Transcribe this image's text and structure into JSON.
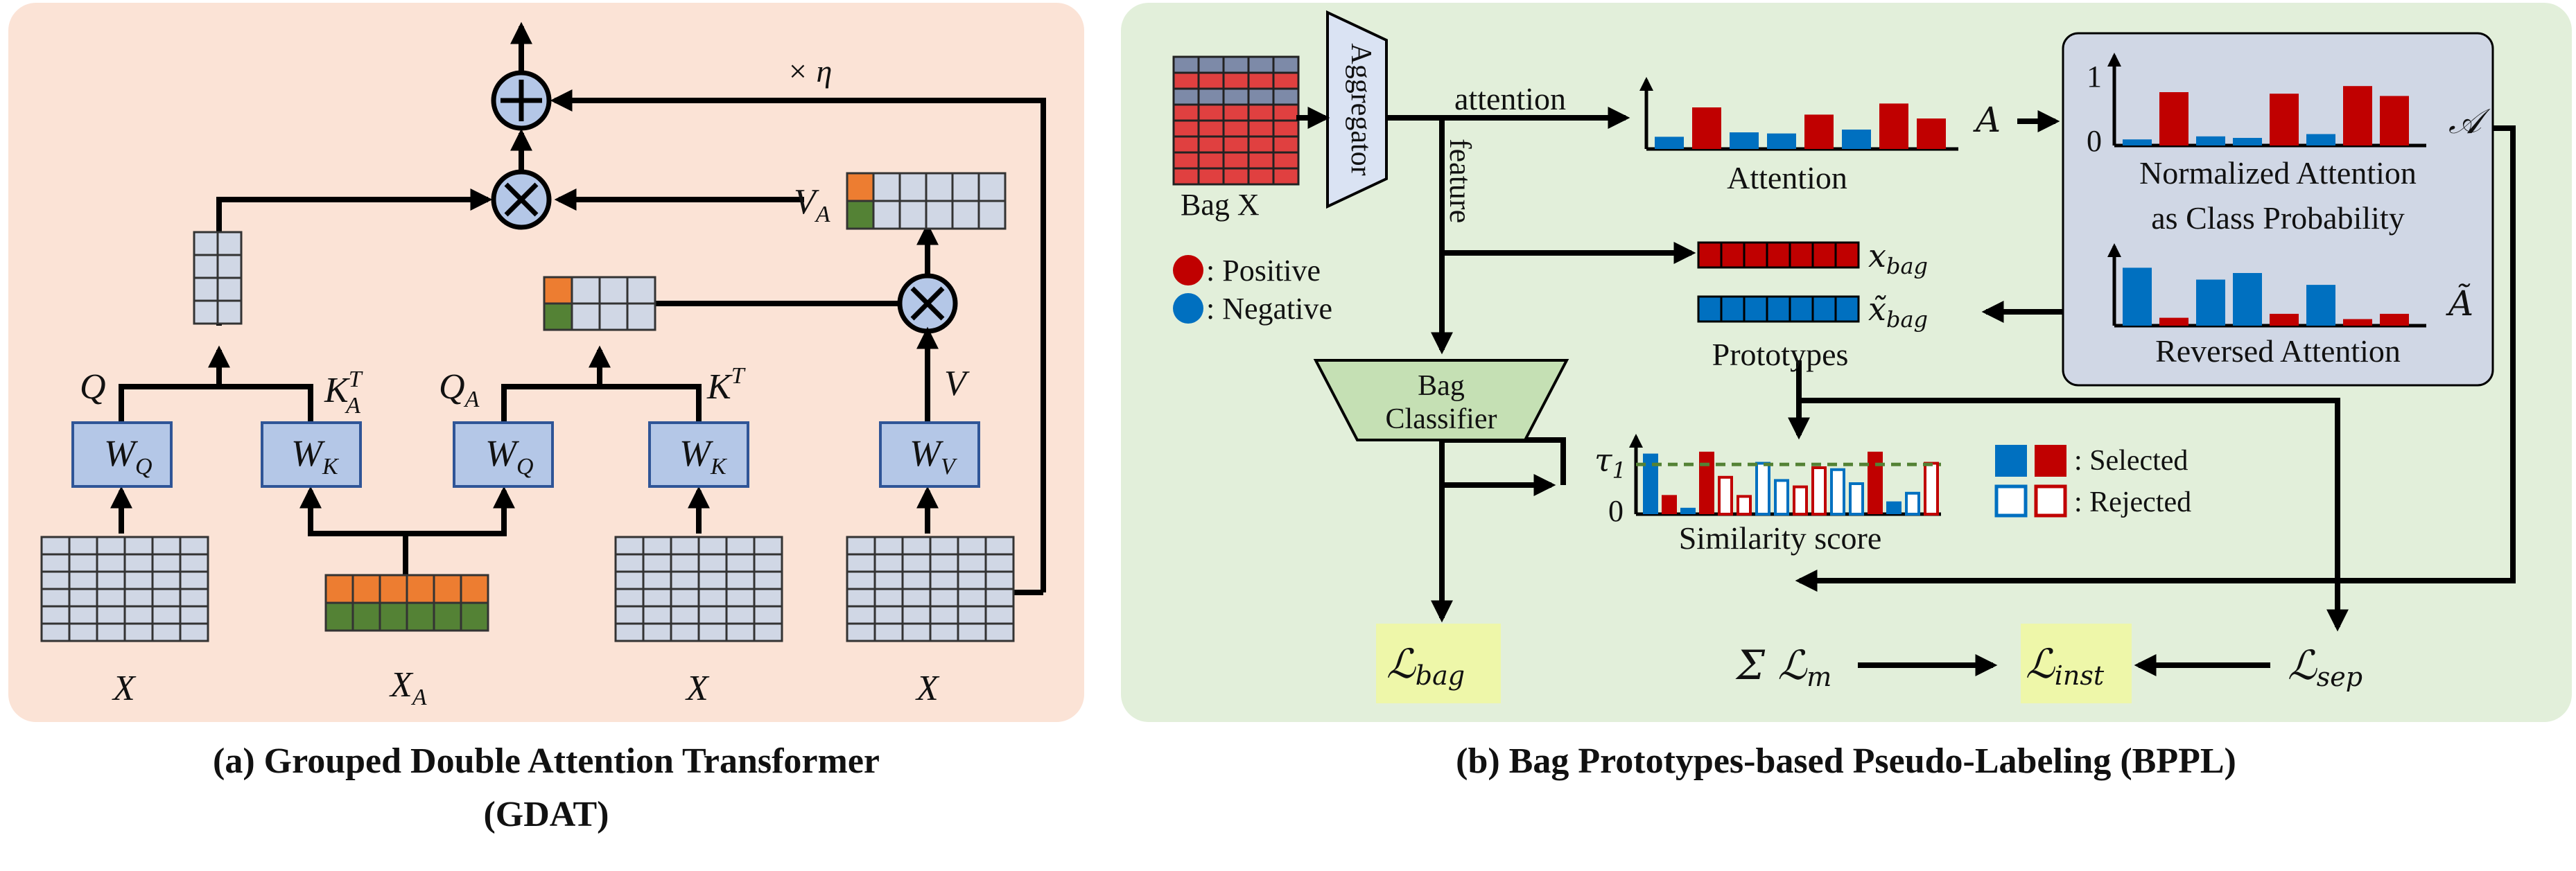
{
  "colors": {
    "panel_a_bg": "#fbe3d6",
    "panel_b_bg": "#e2efda",
    "box_fill": "#b4c7e7",
    "box_stroke": "#2f5597",
    "grid_fill": "#d0d7e5",
    "orange": "#ed7d31",
    "green": "#548235",
    "red": "#c00000",
    "blue": "#0070c0",
    "loss_fill": "#eef7a9",
    "classifier_fill": "#c5e0b4",
    "aggregator_fill": "#dae3f3",
    "dashed_green": "#548235"
  },
  "panel_a": {
    "caption_line1": "(a) Grouped Double Attention Transformer",
    "caption_line2": "(GDAT)",
    "eta": "× η",
    "wq1": "W",
    "wq1_sub": "Q",
    "wk1": "W",
    "wk1_sub": "K",
    "wq2": "W",
    "wq2_sub": "Q",
    "wk2": "W",
    "wk2_sub": "K",
    "wv": "W",
    "wv_sub": "V",
    "q": "Q",
    "ka": "K",
    "ka_sup": "T",
    "ka_sub": "A",
    "qa": "Q",
    "qa_sub": "A",
    "kt": "K",
    "kt_sup": "T",
    "v": "V",
    "va": "V",
    "va_sub": "A",
    "x1": "X",
    "xa": "X",
    "xa_sub": "A",
    "x2": "X",
    "x3": "X"
  },
  "panel_b": {
    "caption": "(b) Bag Prototypes-based Pseudo-Labeling (BPPL)",
    "bag": "Bag X",
    "aggregator": "Aggregator",
    "attention_arrow": "attention",
    "feature_arrow": "feature",
    "attention_caption": "Attention",
    "a_symbol": "A",
    "norm_caption_1": "Normalized Attention",
    "norm_caption_2": "as Class Probability",
    "a_cal": "𝒜",
    "rev_caption": "Reversed Attention",
    "a_tilde": "Ã",
    "axis_one": "1",
    "axis_zero": "0",
    "positive": ": Positive",
    "negative": ": Negative",
    "x_bag": "x",
    "x_bag_sub": "bag",
    "x_tilde_bag": "x̃",
    "x_tilde_bag_sub": "bag",
    "prototypes": "Prototypes",
    "classifier_1": "Bag",
    "classifier_2": "Classifier",
    "tau": "τ",
    "tau_sub": "1",
    "sim_zero": "0",
    "sim_caption": "Similarity score",
    "selected": ": Selected",
    "rejected": ": Rejected",
    "l_bag": "ℒ",
    "l_bag_sub": "bag",
    "sum_lm": "Σ ℒ",
    "sum_lm_sub": "m",
    "l_inst": "ℒ",
    "l_inst_sub": "inst",
    "l_sep": "ℒ",
    "l_sep_sub": "sep"
  },
  "attention_bars": [
    {
      "c": "blue",
      "v": 0.22
    },
    {
      "c": "red",
      "v": 0.75
    },
    {
      "c": "blue",
      "v": 0.3
    },
    {
      "c": "blue",
      "v": 0.28
    },
    {
      "c": "red",
      "v": 0.62
    },
    {
      "c": "blue",
      "v": 0.35
    },
    {
      "c": "red",
      "v": 0.82
    },
    {
      "c": "red",
      "v": 0.55
    }
  ],
  "norm_bars": [
    {
      "c": "blue",
      "v": 0.08
    },
    {
      "c": "red",
      "v": 0.7
    },
    {
      "c": "blue",
      "v": 0.12
    },
    {
      "c": "blue",
      "v": 0.1
    },
    {
      "c": "red",
      "v": 0.68
    },
    {
      "c": "blue",
      "v": 0.15
    },
    {
      "c": "red",
      "v": 0.78
    },
    {
      "c": "red",
      "v": 0.65
    }
  ],
  "rev_bars": [
    {
      "c": "blue",
      "v": 0.88
    },
    {
      "c": "red",
      "v": 0.12
    },
    {
      "c": "blue",
      "v": 0.7
    },
    {
      "c": "blue",
      "v": 0.8
    },
    {
      "c": "red",
      "v": 0.18
    },
    {
      "c": "blue",
      "v": 0.62
    },
    {
      "c": "red",
      "v": 0.1
    },
    {
      "c": "red",
      "v": 0.18
    }
  ],
  "similarity_bars": [
    {
      "c": "blue",
      "v": 0.95,
      "sel": true
    },
    {
      "c": "red",
      "v": 0.3,
      "sel": true
    },
    {
      "c": "blue",
      "v": 0.1,
      "sel": true
    },
    {
      "c": "red",
      "v": 0.98,
      "sel": true
    },
    {
      "c": "red",
      "v": 0.6,
      "sel": false
    },
    {
      "c": "red",
      "v": 0.3,
      "sel": false
    },
    {
      "c": "blue",
      "v": 0.82,
      "sel": false
    },
    {
      "c": "blue",
      "v": 0.55,
      "sel": false
    },
    {
      "c": "red",
      "v": 0.45,
      "sel": false
    },
    {
      "c": "red",
      "v": 0.75,
      "sel": false
    },
    {
      "c": "blue",
      "v": 0.72,
      "sel": false
    },
    {
      "c": "blue",
      "v": 0.5,
      "sel": false
    },
    {
      "c": "red",
      "v": 0.98,
      "sel": true
    },
    {
      "c": "blue",
      "v": 0.2,
      "sel": true
    },
    {
      "c": "blue",
      "v": 0.35,
      "sel": false
    },
    {
      "c": "red",
      "v": 0.82,
      "sel": false
    }
  ],
  "similarity_threshold": 0.78,
  "bag_grid_rows": [
    "blue",
    "red",
    "blue",
    "red",
    "red",
    "red",
    "red",
    "red"
  ]
}
